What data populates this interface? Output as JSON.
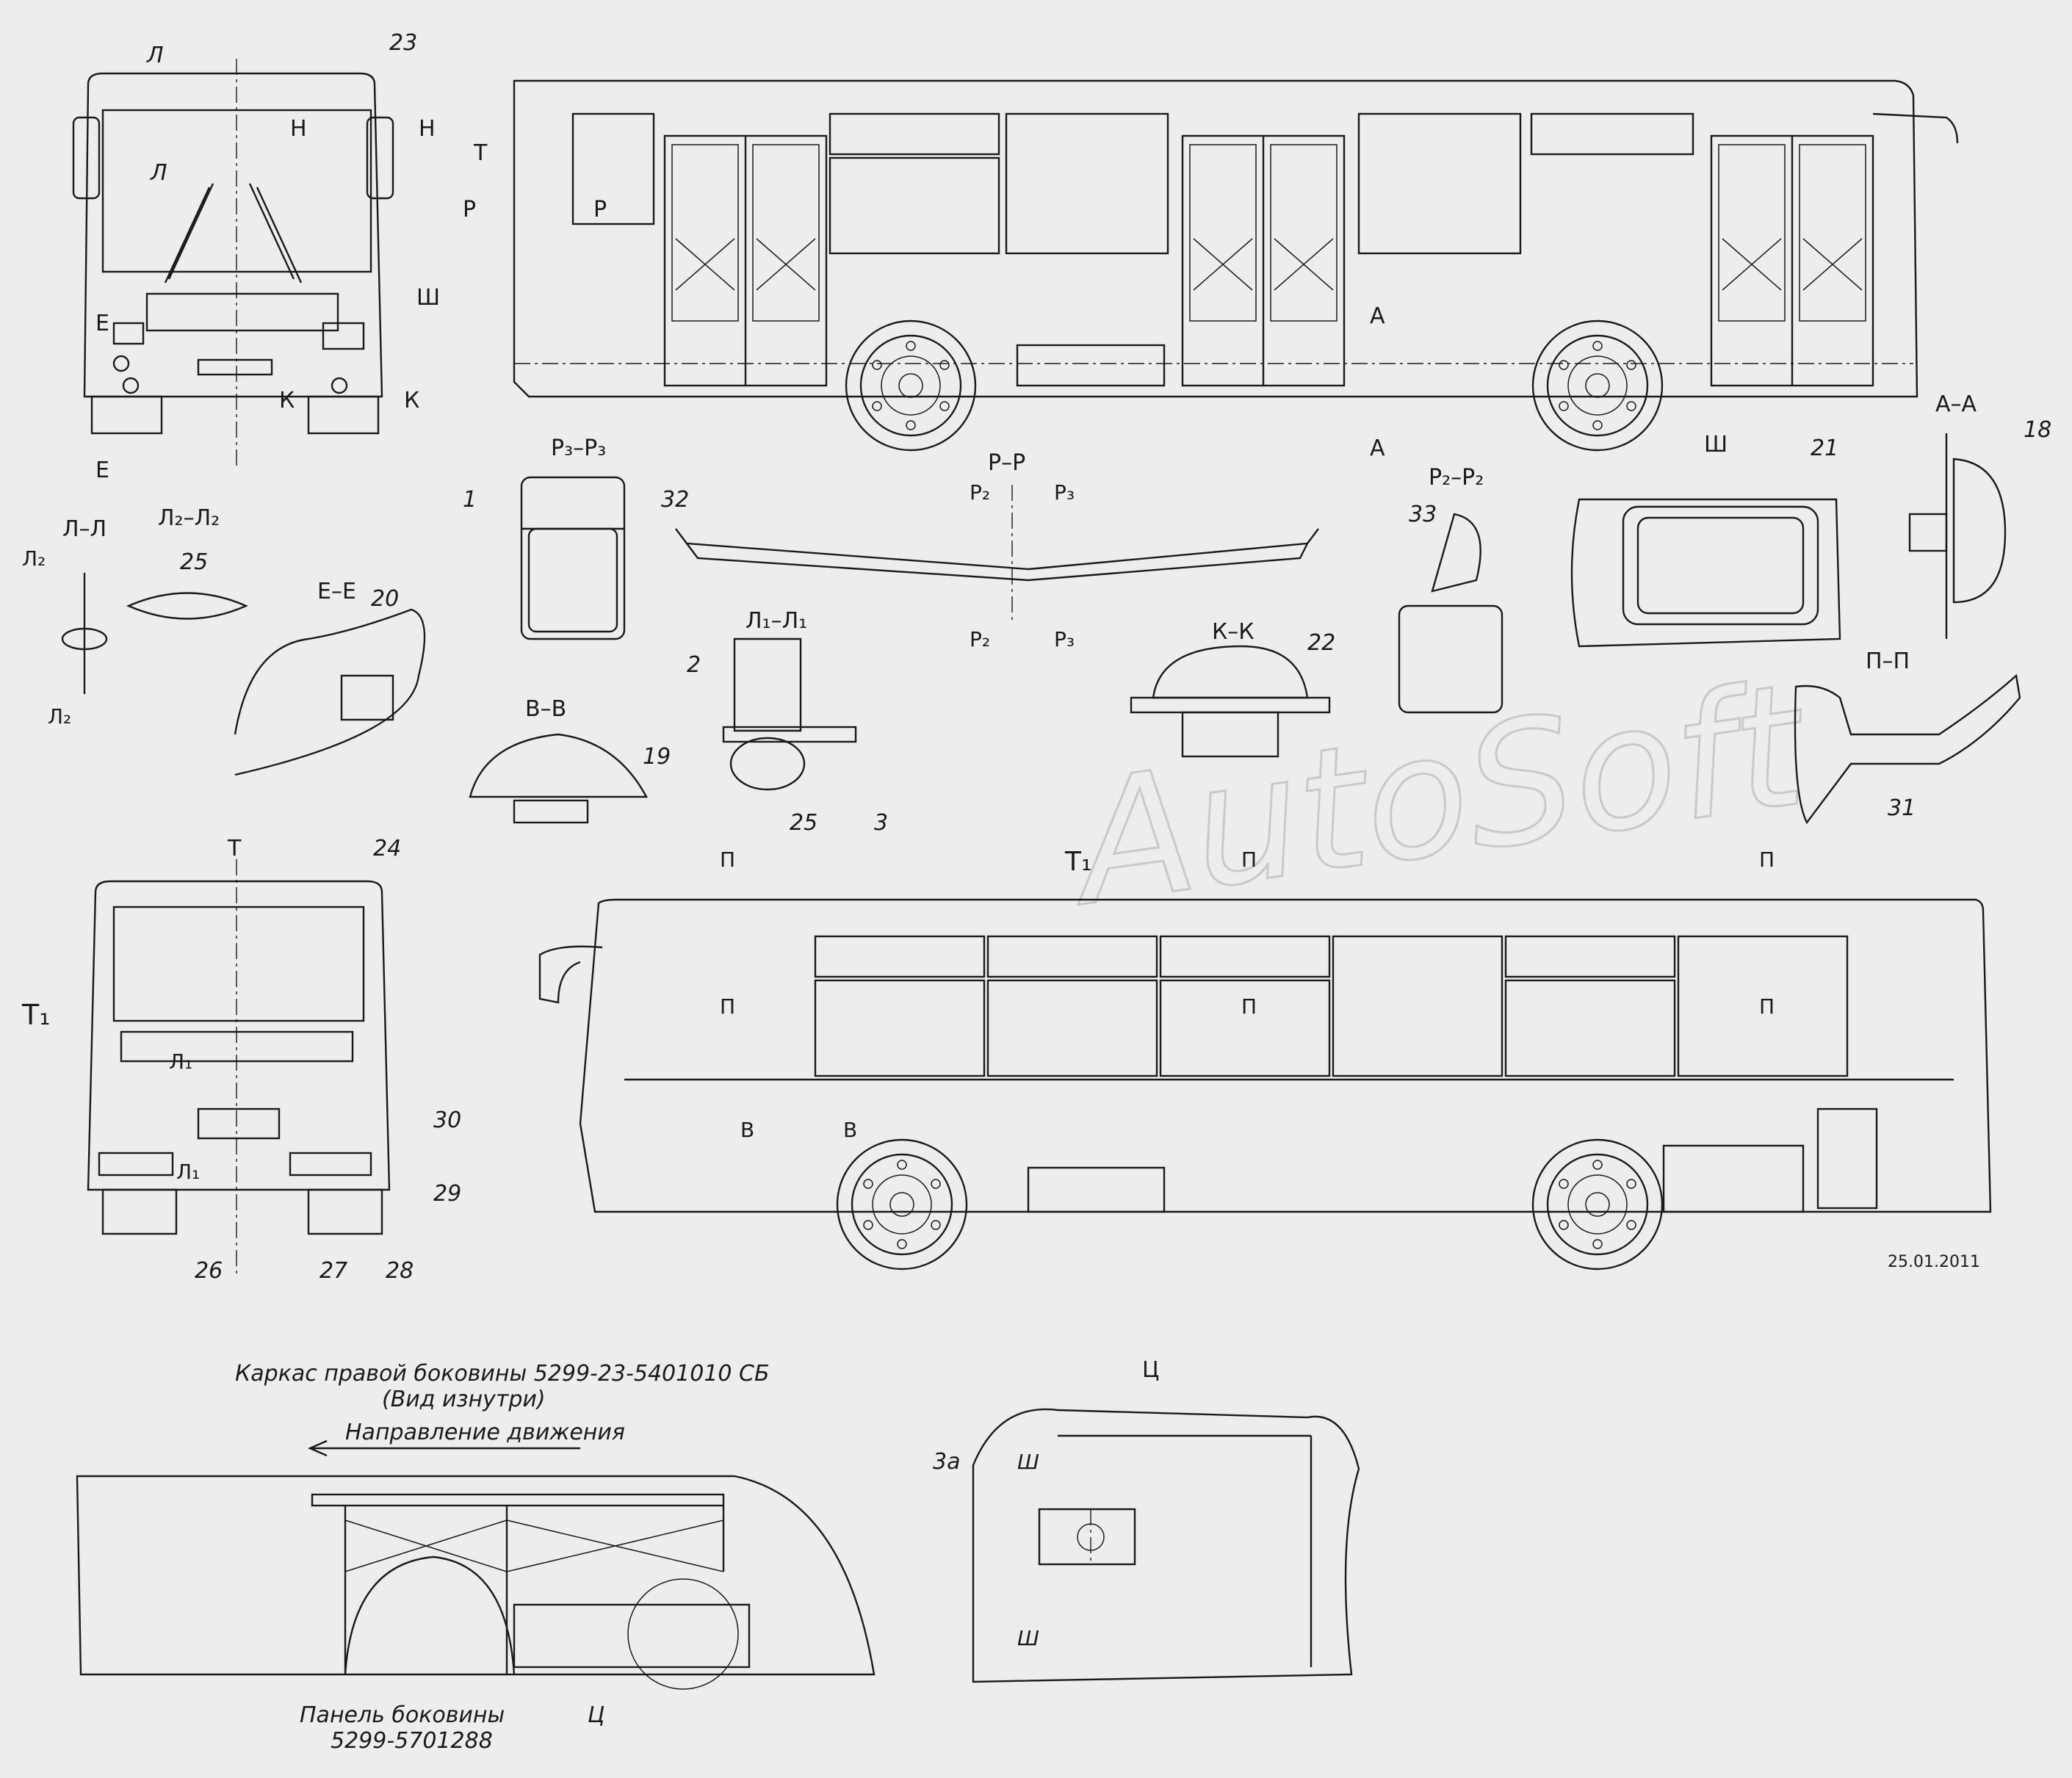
{
  "callouts": {
    "c1": "1",
    "c2": "2",
    "c3": "3",
    "c3a": "3а",
    "c18": "18",
    "c19": "19",
    "c20": "20",
    "c21": "21",
    "c22": "22",
    "c23": "23",
    "c24": "24",
    "c25a": "25",
    "c25b": "25",
    "c26": "26",
    "c27": "27",
    "c28": "28",
    "c29": "29",
    "c30": "30",
    "c31": "31",
    "c32": "32",
    "c33": "33"
  },
  "section_titles": {
    "pp3": "Р₃–Р₃",
    "pp": "Р–Р",
    "pp2": "Р₂–Р₂",
    "ll": "Л–Л",
    "ll2": "Л₂–Л₂",
    "ee": "Е–Е",
    "ll1": "Л₁–Л₁",
    "vv": "В–В",
    "kk": "К–К",
    "sh": "Ш",
    "aa": "А–А",
    "pipi": "П–П",
    "ts": "Ц"
  },
  "cut_marks": {
    "L": "Л",
    "N": "Н",
    "E": "Е",
    "K": "К",
    "SH": "Ш",
    "T": "Т",
    "T1": "Т₁",
    "P": "Р",
    "P2": "Р₂",
    "P3": "Р₃",
    "A": "А",
    "PI": "П",
    "V": "В",
    "L1": "Л₁",
    "L2": "Л₂",
    "TS": "Ц"
  },
  "date": "25.01.2011",
  "notes": {
    "frame_title": "Каркас правой боковины 5299-23-5401010 СБ",
    "frame_subtitle": "(Вид изнутри)",
    "direction": "Направление движения",
    "panel_line1": "Панель боковины",
    "panel_line2": "5299-5701288"
  },
  "watermark": "AutoSoft"
}
